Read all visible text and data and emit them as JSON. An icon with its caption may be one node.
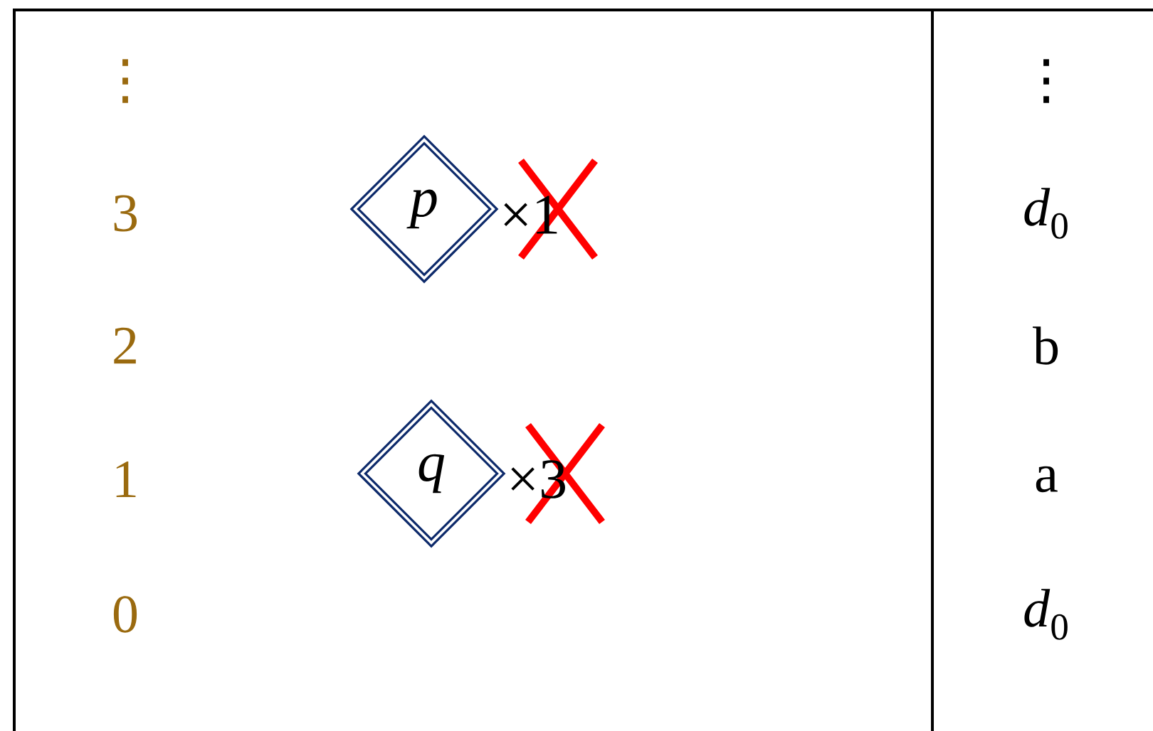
{
  "diagram": {
    "nodes": [
      {
        "text": [
          "p"
        ],
        "beside": [
          "×1"
        ]
      },
      {
        "text": [
          "q"
        ],
        "beside": [
          "×3"
        ]
      }
    ],
    "edges": [],
    "labels": [
      "⋮",
      "⋮",
      "3",
      "*d*$_{0}$",
      "2",
      "b",
      "1",
      "a",
      "0",
      "*d*$_{0}$"
    ]
  }
}
